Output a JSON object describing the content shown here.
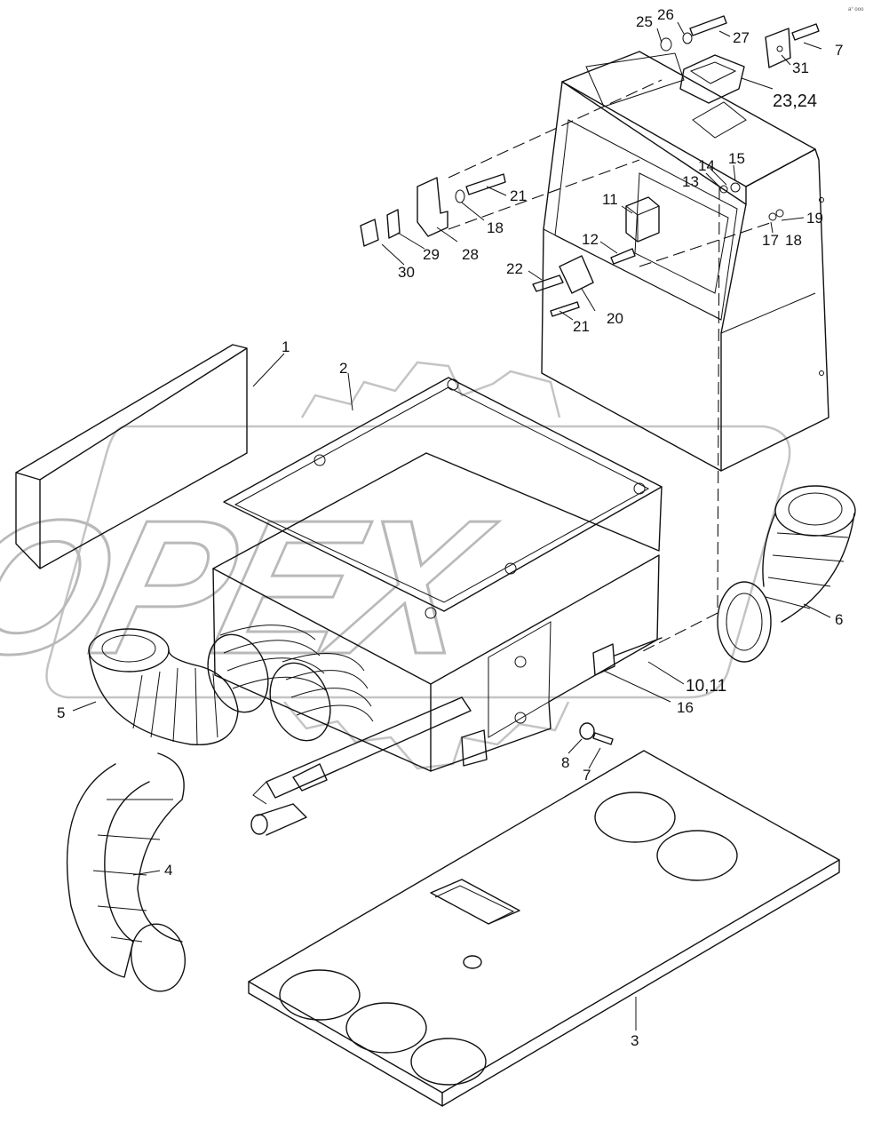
{
  "watermark": {
    "text": "OPEX"
  },
  "corner_mark": "a° ooo",
  "callouts": [
    {
      "id": "c1",
      "text": "1"
    },
    {
      "id": "c2",
      "text": "2"
    },
    {
      "id": "c3",
      "text": "3"
    },
    {
      "id": "c4",
      "text": "4"
    },
    {
      "id": "c5",
      "text": "5"
    },
    {
      "id": "c6",
      "text": "6"
    },
    {
      "id": "c7a",
      "text": "7"
    },
    {
      "id": "c7b",
      "text": "7"
    },
    {
      "id": "c8",
      "text": "8"
    },
    {
      "id": "c10",
      "text": "10,11"
    },
    {
      "id": "c11",
      "text": "11"
    },
    {
      "id": "c12",
      "text": "12"
    },
    {
      "id": "c13",
      "text": "13"
    },
    {
      "id": "c14",
      "text": "14"
    },
    {
      "id": "c15",
      "text": "15"
    },
    {
      "id": "c16",
      "text": "16"
    },
    {
      "id": "c17",
      "text": "17"
    },
    {
      "id": "c18a",
      "text": "18"
    },
    {
      "id": "c18b",
      "text": "18"
    },
    {
      "id": "c19",
      "text": "19"
    },
    {
      "id": "c20",
      "text": "20"
    },
    {
      "id": "c21a",
      "text": "21"
    },
    {
      "id": "c21b",
      "text": "21"
    },
    {
      "id": "c22",
      "text": "22"
    },
    {
      "id": "c23",
      "text": "23,24"
    },
    {
      "id": "c25",
      "text": "25"
    },
    {
      "id": "c26",
      "text": "26"
    },
    {
      "id": "c27",
      "text": "27"
    },
    {
      "id": "c28",
      "text": "28"
    },
    {
      "id": "c29",
      "text": "29"
    },
    {
      "id": "c30",
      "text": "30"
    },
    {
      "id": "c31",
      "text": "31"
    }
  ]
}
